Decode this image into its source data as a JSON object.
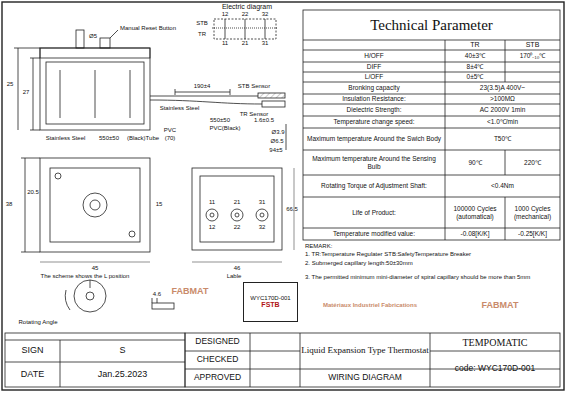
{
  "diagram": {
    "title": "Technical Parameter",
    "nodes": [
      {
        "text": [
          "WYC170D-001",
          "FSTB"
        ]
      }
    ],
    "labels": [
      "FABMAT",
      "Matériaux Industriel Fabrications",
      "FABMAT",
      "Manual Reset Button",
      "Ø5",
      "Electric diagram",
      "STB",
      "TR",
      "12",
      "22",
      "32",
      "11",
      "21",
      "31",
      "25",
      "27",
      "190±4",
      "Stainless Steel",
      "STB Sensor",
      "TR Sensor",
      "Stainless Steel",
      "550±50",
      "(Black)Tube",
      "550±50",
      "PVC(Black)",
      "1.6±0.5",
      "PVC",
      "(70)",
      "Ø3.9",
      "Ø6.5",
      "94±5",
      "38",
      "20.5",
      "45",
      "15",
      "11",
      "21",
      "31",
      "12",
      "22",
      "32",
      "46",
      "66.5",
      "The scheme shows the L position",
      "4.6",
      "Rotating Angle",
      "Lable",
      "TR",
      "STB",
      "H/OFF",
      "40±3℃",
      "170⁰₋₁₀℃",
      "DIFF",
      "8±4℃",
      "L/OFF",
      "0±5℃",
      "Bronking capacity",
      "23(3.5)A 400V~",
      "Insulation Resistance:",
      ">100MΩ",
      "Dielectric Strength:",
      "AC 2000V 1min",
      "Temperature change speed:",
      "<1.0℃/min",
      "Maximum temperature Around the Swich Body",
      "T50℃",
      "Maximum temperature Around the Sensing Bulb",
      "90℃",
      "220℃",
      "Rotating Torque of Adjustment Shaft:",
      "<0.4Nm",
      "Life of Product:",
      "100000 Cycles (automatical)",
      "1000 Cycles (mechanical)",
      "Temperature modified value:",
      "-0.08[K/K]",
      "-0.25[K/K]",
      "REMARK:",
      "1. TR:Temperature Regulater   STB:SafetyTemperature Breaker",
      "2. Submerged capillary length:50±30mm",
      "3. The permitted minimum mini-diameter of spiral capillary should be more than 5mm",
      "SIGN",
      "S",
      "DATE",
      "Jan.25.2023",
      "DESIGNED",
      "CHECKED",
      "APPROVED",
      "Liquid Expansion Type Thermostat",
      "WIRING DIAGRAM",
      "TEMPOMATIC",
      "code: WYC170D-001"
    ]
  }
}
